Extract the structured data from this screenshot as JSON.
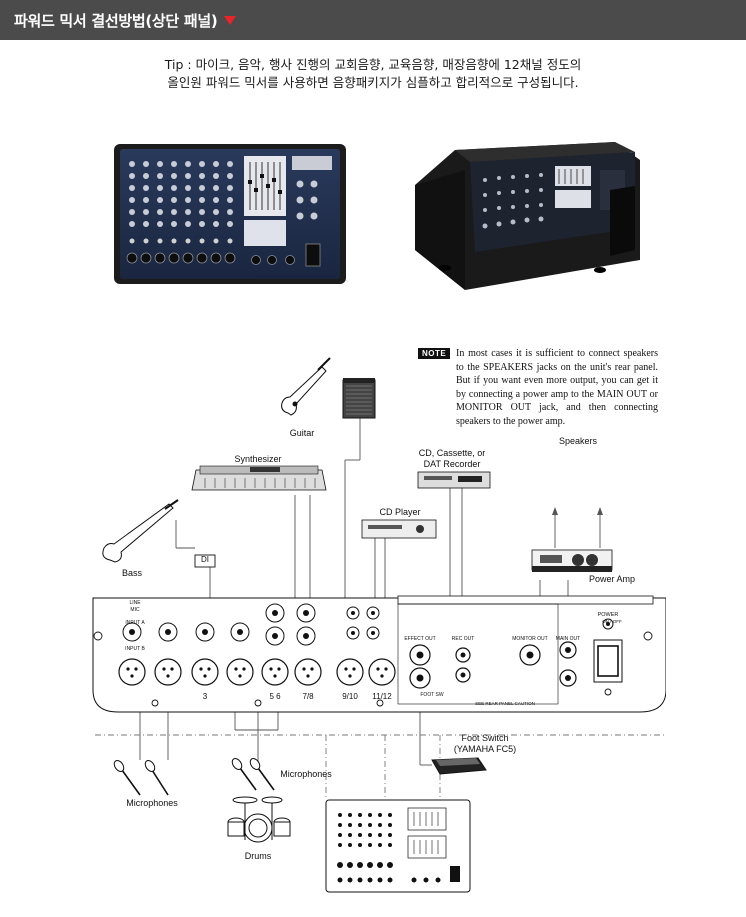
{
  "header": {
    "title": "파워드 믹서 결선방법(상단 패널)",
    "arrow_color": "#e8232a",
    "bg_color": "#4b4b4b"
  },
  "tip": {
    "line1": "Tip : 마이크, 음악, 행사 진행의 교회음향, 교육음향, 매장음향에 12채널 정도의",
    "line2": "올인원 파워드 믹서를 사용하면 음향패키지가 심플하고 합리적으로 구성됩니다."
  },
  "note": {
    "badge": "NOTE",
    "text": "In most cases it is sufficient to connect speakers to the SPEAKERS jacks on the unit's rear panel. But if you want even more output, you can get it by connecting a power amp to the MAIN OUT or MONITOR OUT jack, and then connecting speakers to the power amp."
  },
  "devices": {
    "guitar": "Guitar",
    "synthesizer": "Synthesizer",
    "cd_recorder_l1": "CD, Cassette, or",
    "cd_recorder_l2": "DAT Recorder",
    "speakers": "Speakers",
    "cd_player": "CD Player",
    "bass": "Bass",
    "di": "DI",
    "power_amp": "Power Amp",
    "foot_switch_l1": "Foot Switch",
    "foot_switch_l2": "(YAMAHA FC5)",
    "microphones_left": "Microphones",
    "microphones_right": "Microphones",
    "drums": "Drums"
  },
  "panel": {
    "channel_labels": [
      "3",
      "5 6",
      "7/8",
      "9/10",
      "11/12"
    ],
    "effect_out": "EFFECT OUT",
    "rec_out": "REC OUT",
    "monitor_out": "MONITOR OUT",
    "main_out": "MAIN OUT",
    "power": "POWER",
    "power_state": "ON / OFF",
    "foot_sw": "FOOT SW",
    "input_a": "INPUT A",
    "input_b": "INPUT B",
    "line": "LINE",
    "mic": "MIC",
    "caution": "SEE REAR PANEL CAUTION"
  }
}
